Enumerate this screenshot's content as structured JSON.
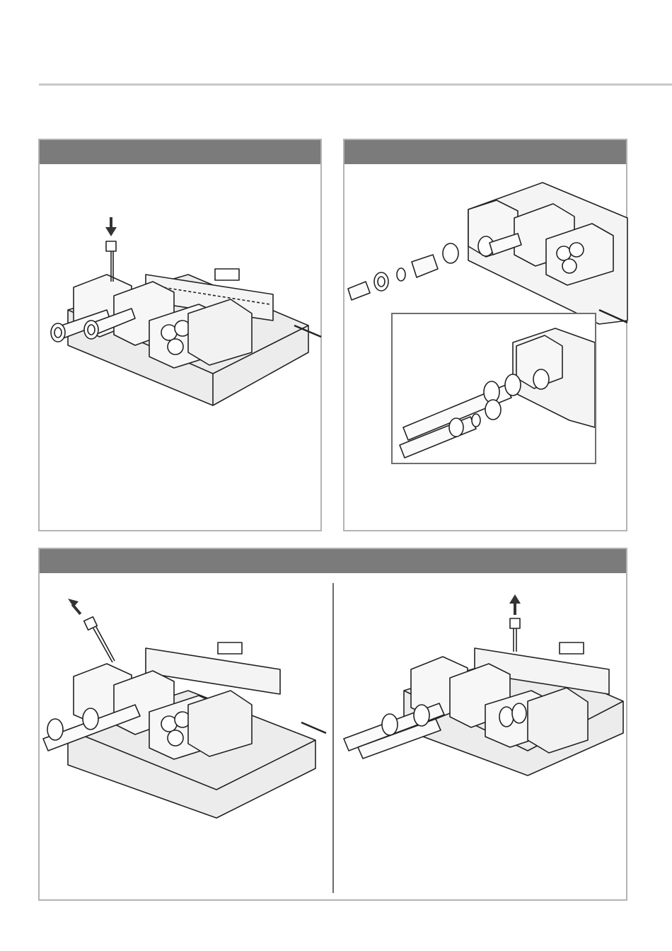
{
  "page": {
    "panels": [
      {
        "id": "panel-1",
        "header": ""
      },
      {
        "id": "panel-2",
        "header": ""
      },
      {
        "id": "panel-3",
        "header": ""
      }
    ]
  },
  "icons": [
    "arrow-down-icon",
    "arrow-up-icon",
    "arrow-diagonal-icon",
    "filter-screw-icon",
    "pipe-fitting-icon"
  ]
}
